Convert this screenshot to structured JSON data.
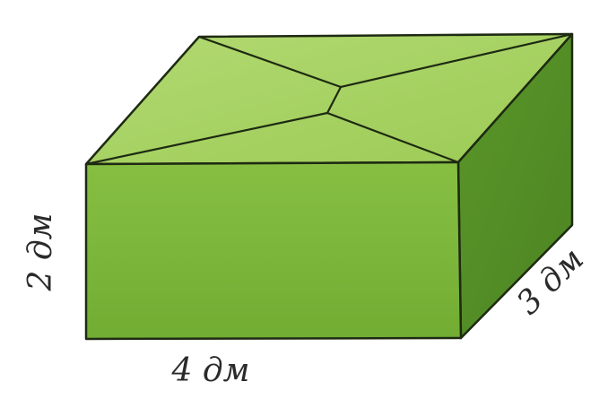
{
  "figure": {
    "labels": {
      "height": "2 дм",
      "width": "4 дм",
      "depth": "3 дм"
    },
    "colors": {
      "background": "#ffffff",
      "front_face": "#7db83a",
      "side_face": "#5f9a2b",
      "top_face": "#a6d061",
      "edge": "#1e2a12",
      "label": "#2a2a2a"
    }
  }
}
